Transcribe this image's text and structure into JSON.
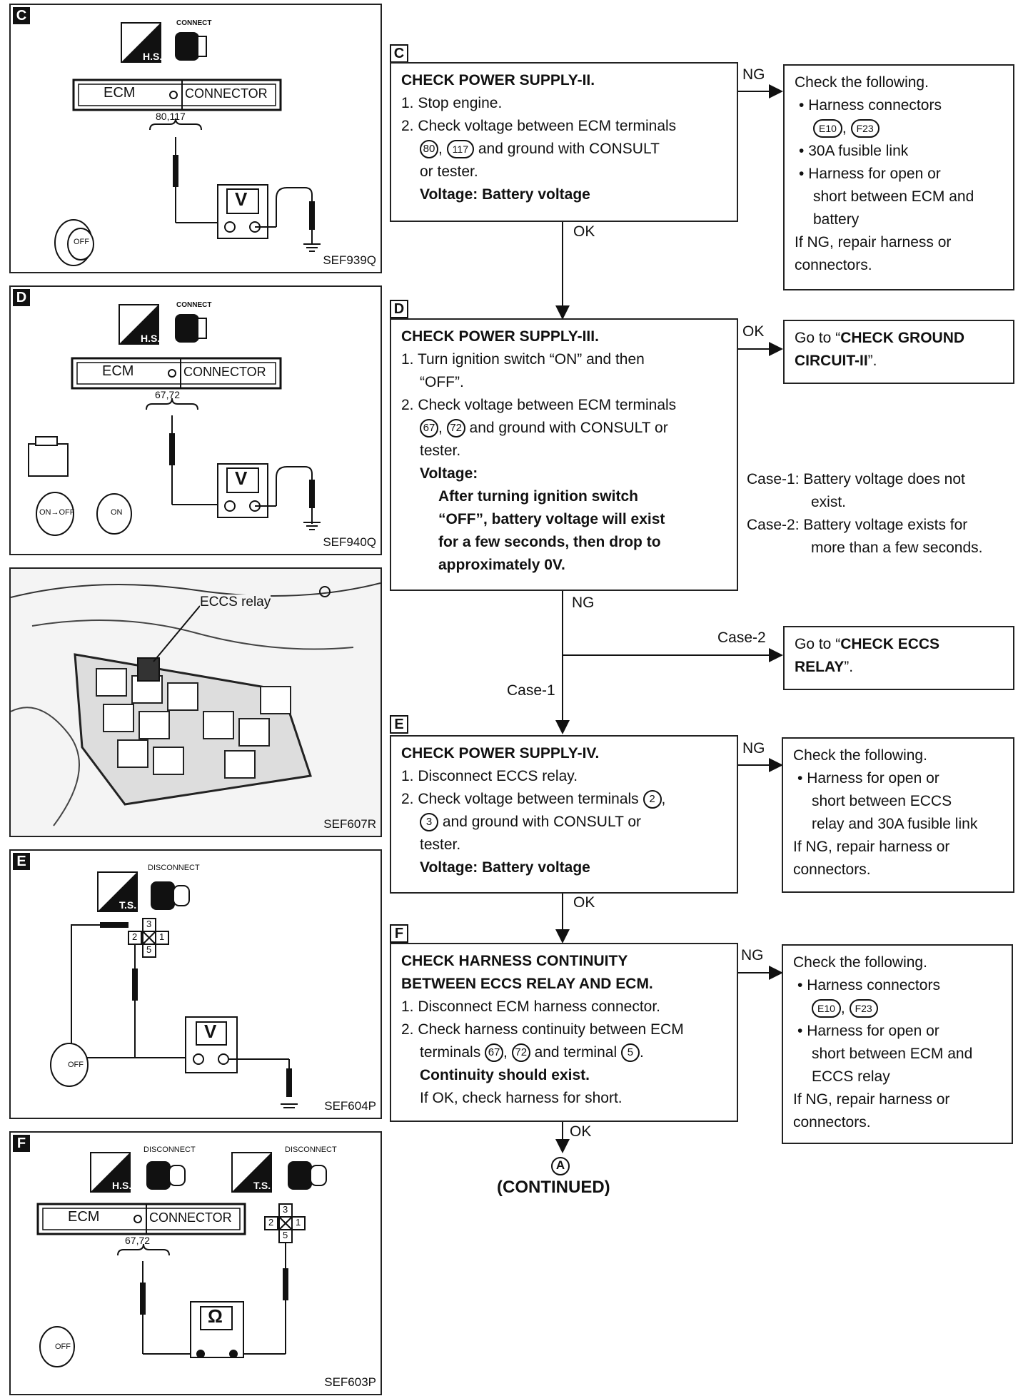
{
  "panels": {
    "c": {
      "tag": "C",
      "mode": "H.S.",
      "action": "CONNECT",
      "ecm": "ECM",
      "connector": "CONNECTOR",
      "terminals": "80,117",
      "meter": "V",
      "key": "OFF",
      "code": "SEF939Q"
    },
    "d": {
      "tag": "D",
      "mode": "H.S.",
      "action": "CONNECT",
      "ecm": "ECM",
      "connector": "CONNECTOR",
      "terminals": "67,72",
      "meter": "V",
      "key1": "ON→OFF",
      "key2": "ON",
      "code": "SEF940Q"
    },
    "photo": {
      "label": "ECCS relay",
      "code": "SEF607R"
    },
    "e": {
      "tag": "E",
      "mode": "T.S.",
      "action": "DISCONNECT",
      "pins": [
        "3",
        "2",
        "1",
        "5"
      ],
      "meter": "V",
      "key": "OFF",
      "code": "SEF604P"
    },
    "f": {
      "tag": "F",
      "mode1": "H.S.",
      "action1": "DISCONNECT",
      "mode2": "T.S.",
      "action2": "DISCONNECT",
      "ecm": "ECM",
      "connector": "CONNECTOR",
      "terminals": "67,72",
      "pins": [
        "3",
        "2",
        "1",
        "5"
      ],
      "meter": "Ω",
      "key": "OFF",
      "code": "SEF603P"
    }
  },
  "flow": {
    "c": {
      "tag": "C",
      "title": "CHECK POWER SUPPLY-II.",
      "step1": "1. Stop engine.",
      "step2": "2. Check voltage between ECM terminals",
      "t1": "80",
      "t2": "117",
      "step2b": "and ground with CONSULT",
      "step2c": "or tester.",
      "spec": "Voltage: Battery voltage",
      "ng_label": "NG",
      "ok_label": "OK",
      "ng_box": {
        "title": "Check the following.",
        "i1": "Harness connectors",
        "c1": "E10",
        "c2": "F23",
        "i2": "30A fusible link",
        "i3a": "Harness for open or",
        "i3b": "short between ECM and",
        "i3c": "battery",
        "f1": "If NG, repair harness or",
        "f2": "connectors."
      }
    },
    "d": {
      "tag": "D",
      "title": "CHECK POWER SUPPLY-III.",
      "s1a": "1. Turn ignition switch “ON” and then",
      "s1b": "“OFF”.",
      "s2a": "2. Check voltage between ECM terminals",
      "t1": "67",
      "t2": "72",
      "s2b": "and ground with CONSULT or",
      "s2c": "tester.",
      "v": "Voltage:",
      "v1": "After turning ignition switch",
      "v2": "“OFF”, battery voltage will exist",
      "v3": "for a few seconds, then drop to",
      "v4": "approximately 0V.",
      "ok_label": "OK",
      "ng_label": "NG",
      "ok_box_1": "Go to “",
      "ok_box_2": "CHECK GROUND",
      "ok_box_3": "CIRCUIT-II",
      "ok_box_4": "”.",
      "case1a": "Case-1: Battery voltage does not",
      "case1b": "exist.",
      "case2a": "Case-2: Battery voltage exists for",
      "case2b": "more than a few seconds.",
      "case2_label": "Case-2",
      "case1_label": "Case-1",
      "case2_box_1": "Go to “",
      "case2_box_2": "CHECK ECCS",
      "case2_box_3": "RELAY",
      "case2_box_4": "”."
    },
    "e": {
      "tag": "E",
      "title": "CHECK POWER SUPPLY-IV.",
      "s1": "1. Disconnect ECCS relay.",
      "s2a": "2. Check voltage between terminals",
      "t1": "2",
      "t2": "3",
      "s2b": "and ground with CONSULT or",
      "s2c": "tester.",
      "spec": "Voltage: Battery voltage",
      "ng_label": "NG",
      "ok_label": "OK",
      "ng_box": {
        "title": "Check the following.",
        "i1a": "Harness for open or",
        "i1b": "short between ECCS",
        "i1c": "relay and 30A fusible link",
        "f1": "If NG, repair harness or",
        "f2": "connectors."
      }
    },
    "f": {
      "tag": "F",
      "title1": "CHECK HARNESS CONTINUITY",
      "title2": "BETWEEN ECCS RELAY AND ECM.",
      "s1": "1. Disconnect ECM harness connector.",
      "s2a": "2. Check harness continuity between ECM",
      "s2b": "terminals",
      "t1": "67",
      "t2": "72",
      "s2c": "and terminal",
      "t3": "5",
      "spec": "Continuity should exist.",
      "note": "If OK, check harness for short.",
      "ng_label": "NG",
      "ok_label": "OK",
      "ng_box": {
        "title": "Check the following.",
        "i1": "Harness connectors",
        "c1": "E10",
        "c2": "F23",
        "i2a": "Harness for open or",
        "i2b": "short between ECM and",
        "i2c": "ECCS relay",
        "f1": "If NG, repair harness or",
        "f2": "connectors."
      }
    },
    "end": {
      "marker": "A",
      "text": "(CONTINUED)"
    }
  }
}
